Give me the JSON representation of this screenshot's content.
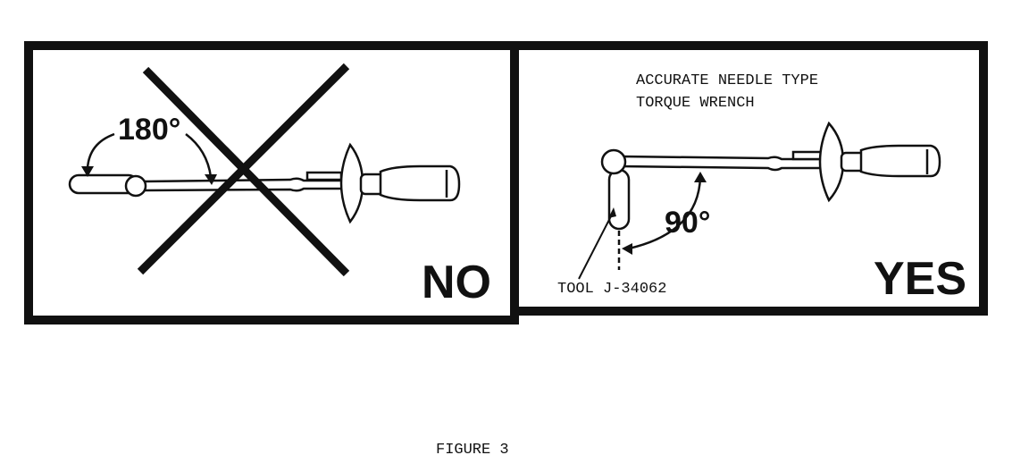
{
  "no_panel": {
    "verdict": "NO",
    "angle": "180°"
  },
  "yes_panel": {
    "verdict": "YES",
    "angle": "90°",
    "wrench_label_line1": "ACCURATE NEEDLE TYPE",
    "wrench_label_line2": "TORQUE WRENCH",
    "tool_label": "TOOL J-34062"
  },
  "caption": "FIGURE 3"
}
